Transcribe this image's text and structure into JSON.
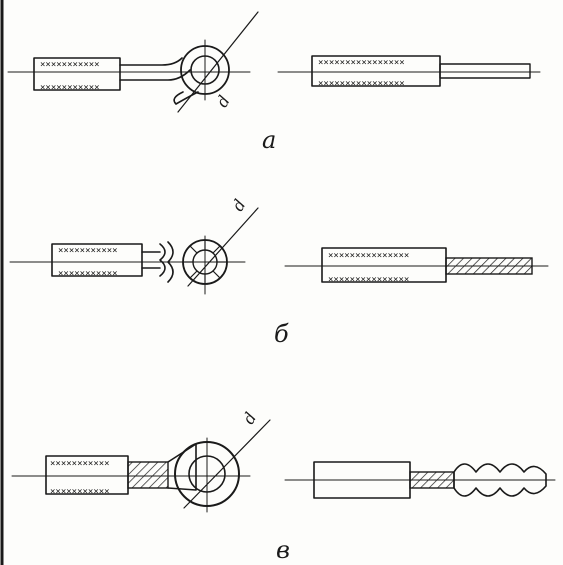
{
  "panels": [
    {
      "caption": "а",
      "diameter_label": "d"
    },
    {
      "caption": "б",
      "diameter_label": "d"
    },
    {
      "caption": "в",
      "diameter_label": "d"
    }
  ],
  "colors": {
    "ink": "#1a1a1a",
    "paper": "#fdfdfb"
  }
}
